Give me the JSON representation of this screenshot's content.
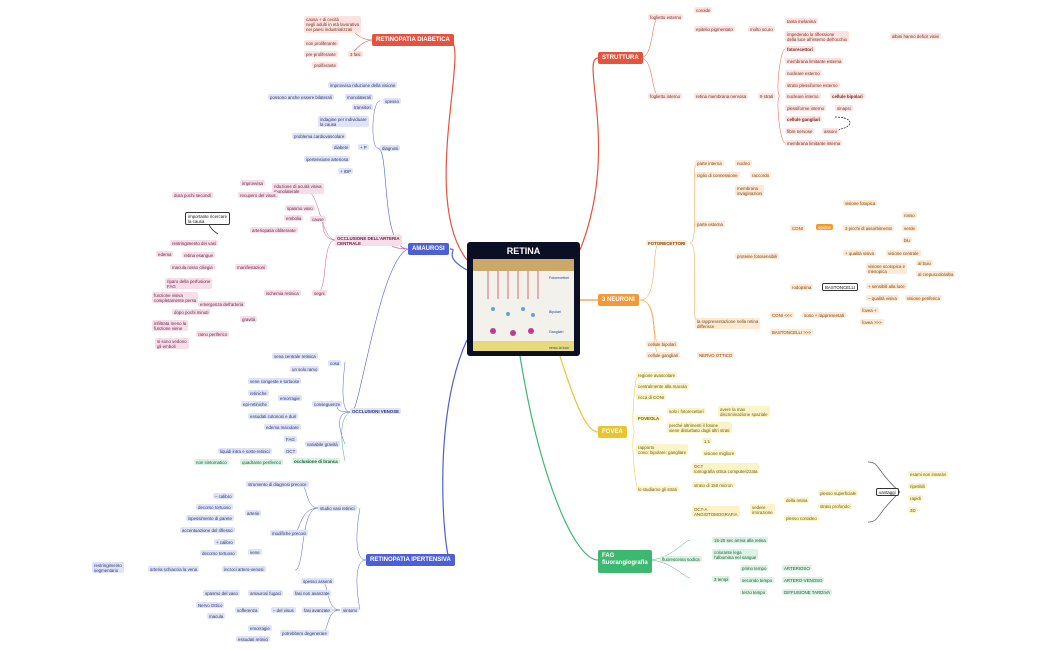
{
  "title": "RETINA",
  "colors": {
    "red": "#e5533f",
    "blue": "#4c5fd5",
    "pink": "#d64f86",
    "orange": "#f29a38",
    "yellow": "#e8c52b",
    "green": "#3cb871"
  },
  "branches": {
    "retinopatia_diabetica": {
      "label": "RETINOPATIA DIABETICA",
      "causa": "causa + di cecità\nnegli adulti in età lavorativa\nnei paesi industrializzati",
      "non_proliferante": "non proliferante",
      "pre_proliferante": "pre-proliferante",
      "fasi": "3 fasi",
      "proliferante": "proliferante"
    },
    "amaurosi": {
      "label": "AMAUROSI",
      "improvvisa_riduzione": "improvvisa riduzione della visione",
      "possono": "possono anche essere bilaterali",
      "monolaterali": "monolaterali",
      "transitori": "transitori",
      "spesso": "spesso",
      "indagine": "indagine per individuare\nla causa",
      "problema": "problema cardiovascolare",
      "diabete": "diabete",
      "ipertensione": "ipertensione arteriosa",
      "plus_p": "+ P",
      "plus_idp": "+ IDP",
      "diagnosi": "diagnosi"
    },
    "occlusione_arteria": {
      "label": "OCCLUSIONE DELL'ARTERIA\nCENTRALE",
      "improvvisa": "improvvisa",
      "riduzione_acuita": "riduzione di acuità visiva\nmonolaterale",
      "dura": "dura pochi secondi",
      "recupero": "recupero del visus",
      "importante": "importante ricercare\nla causa",
      "spasmo": "spasmo vaso",
      "embolia": "embolia",
      "arteriopatia": "arteriopatia obliterante",
      "cause": "cause",
      "restringimento": "restringimento dei vasi",
      "edema": "edema",
      "retina_esangue": "retina esangue",
      "macula_rosso": "macula rosso ciliegia",
      "manifestazioni": "manifestazioni",
      "riparo": "riparo della perfusione\nFAG",
      "ischemia": "ischemia retinica",
      "segni": "segni",
      "funzione_visiva": "funzione visiva\ncompletamente persa",
      "emergenza": "emergenza dell'arteria",
      "dopo_pochi": "dopo pochi minuti",
      "gravita": "gravità",
      "infiltrata": "infiltrata meno la\nfunzione viene",
      "ramo": "ramo periferico",
      "si_sono_vedono": "si sono vedono\ngli emboli"
    },
    "occlusioni_venose": {
      "label": "OCCLUSIONI VENOSE",
      "vena_centrale": "vena centrale retinica",
      "un_solo_ramo": "un solo ramo",
      "cosa": "cosa",
      "vene_congeste": "vene congeste e tortuose",
      "retiniche": "retiniche",
      "emorragie": "emorragie",
      "epi_retiniche": "epi-retiniche",
      "essudati": "essudati cotonosi e duri",
      "edema_maculare": "edema maculare",
      "conseguenze": "conseguenze",
      "fag": "FAG",
      "variabile": "variabile gravità",
      "liquidi": "liquidi intra e sotto-retinici",
      "oct": "OCT",
      "non_sintomatico": "non sintomatico",
      "quadrante": "quadrante periferico",
      "occlusione_branca": "occlusione di branca"
    },
    "retinopatia_ipertensiva": {
      "label": "RETINOPATIA IPERTENSIVA",
      "strumento": "strumento di diagnosi precoce",
      "studio": "studio vasi retinici",
      "calibro_minus": "– calibro",
      "decorso_tortuoso": "decorso tortuoso",
      "arteria": "arterie",
      "ispessimento": "ispessimento di parete",
      "accentuazione": "accentuazione del riflesso",
      "modifiche": "modifiche precoci",
      "calibro_plus": "+ calibro",
      "decorso_tortuoso_2": "decorso tortuoso",
      "vene": "vene",
      "incroci": "incroci artero-venosi",
      "restringimento_seg": "restringimento\nsegmentario",
      "arteria_schiaccia": "arteria schiaccia la vena",
      "spesso_assenti": "spesso assenti",
      "amaurosi_fugaci": "amaurosi fugaci",
      "fasi_non_avanzate": "fasi non avanzate",
      "spasmo_vaso": "spasmo del vaso",
      "nervo_ottico": "Nervo Ottico",
      "sofferenza": "sofferenza",
      "del_visus": "– del visus",
      "fasi_avanzate": "fasi avanzate",
      "macula": "macula",
      "sintomi": "sintomi",
      "emorragie": "emorragie",
      "essudati_retinici": "essudati retinici",
      "potrebbero": "potrebbero degenerare"
    },
    "struttura": {
      "label": "STRUTTURA",
      "foglietto_esterno": "foglietto esterno",
      "coroide": "coroide",
      "epitelio": "epitelio pigmentato",
      "molto_scuro": "molto scuro",
      "tanta_melanina": "tanta melanina",
      "impedendo": "impedendo la riflessione\ndella luce all'interno dell'occhio",
      "albini": "albini hanno deficit visivi",
      "foglietto_interno": "foglietto interno",
      "retina_nervosa": "retina membrana nervosa",
      "strati": "9 strati",
      "fotorecettori": "fotorecettori",
      "membrana_limitante_est": "membrana limitante esterna",
      "nucleare_esterno": "nucleare esterno",
      "plessiforme_esterno": "strato plessiforme esterno",
      "nucleare_interno": "nucleare interno",
      "cellule_bipolari": "cellule bipolari",
      "plessiforme_interno": "plessiforme interno",
      "sinapsi": "sinapsi",
      "cellule_gangliari": "cellule gangliari",
      "fibre_nervose": "fibre nervose",
      "assoni": "assoni",
      "membrana_limitante_int": "membrana limitante interna"
    },
    "tre_neuroni": {
      "label": "3 NEURONI",
      "fotorecettori": "FOTORECETTORI",
      "parte_interna": "parte interna",
      "nucleo": "nucleo",
      "ciglio": "ciglio di connessione",
      "raccordo": "raccordo",
      "parte_esterna": "parte esterna",
      "membrana_invag": "membrana\ninvaginazioni",
      "proteine": "proteine fotosensibili",
      "opsine": "opsine",
      "coni": "CONI",
      "visione_fotopica": "visione fotopica",
      "tre_picchi": "3 picchi di assorbimento",
      "rosso": "rosso",
      "verde": "verde",
      "blu": "blu",
      "qualita_visiva": "+ qualità visiva",
      "visione_centrale": "visione centrale",
      "rodopsina": "rodopsina",
      "bastoncelli": "BASTONCELLI",
      "visione_scotopica": "visione scotopica e\nmesopica",
      "al_buio": "al buio",
      "crepuscolo": "al crepuscolo/alba",
      "sensibili": "+ sensibili alla luce",
      "qualita_visiva_minus": "– qualità visiva",
      "visione_periferica": "visione periferica",
      "rappresentazione": "la rappresentazione nella retina\ndifferisce",
      "coni_lt": "CONI <<<",
      "sono_rappresentati": "sono + rappresentati",
      "fovea_pos": "fovea +",
      "fovea_neg": "fovea >>>",
      "bastoncelli_gt": "BASTONCELLI >>>",
      "cellule_bipolari": "cellule bipolari",
      "cellule_gangliari": "cellule gangliari",
      "nervo_ottico": "NERVO OTTICO"
    },
    "fovea": {
      "label": "FOVEA",
      "regione_avascolare": "regione avascolare",
      "centralmente": "centralmente alla macula",
      "ricca_coni": "ricca di CONI",
      "foveola": "FOVEOLA",
      "solo_fotorecettori": "solo i fotorecettori",
      "avere": "avere la max\ndiscriminazione spaziale",
      "perche": "perché altrimenti il fotone\nviene disturbato dagli altri strati",
      "rapporto": "rapporto\ncono: bipolare: gangliare",
      "uno_uno": "1:1",
      "visione_migliore": "visione migliore",
      "oct": "OCT\ntomografia ottica computerizzata",
      "strato_micron": "strato di 150 micron",
      "oct_a": "OCT-A\nANGIOTOMOGRAFIA",
      "vedere": "vedere\nirrorazione",
      "della_retina": "della retina",
      "plesso_superficiale": "plesso superficiale",
      "strato_profondo": "strato profondo",
      "plesso_coroideo": "plesso coroideo",
      "vantaggi": "vantaggi",
      "esami": "esami non invasivi",
      "ripetibili": "ripetibili",
      "rapidi": "rapidi",
      "tre_d": "3D",
      "studiamo": "lo studiamo gli strati"
    },
    "fag": {
      "label": "FAG\nfluorangiografia",
      "fluoresceina": "fluoresceina sodica",
      "secondi": "15-20 sec arriva alla retina",
      "colorante": "colorante lega\nl'albumina nel sangue",
      "tempi": "3 tempi",
      "primo": "primo tempo",
      "arterioso": "ARTERIOSO",
      "secondo": "secondo tempo",
      "artero_venoso": "ARTERO-VENOSO",
      "terzo": "terzo tempo",
      "diffusione": "DIFFUSIONE TARDIVA"
    }
  },
  "image_labels": {
    "fotorecettori": "Fotorecettori",
    "bipolari": "Bipolari",
    "gangliari": "Gangliari",
    "verso_luce": "verso la luce"
  }
}
